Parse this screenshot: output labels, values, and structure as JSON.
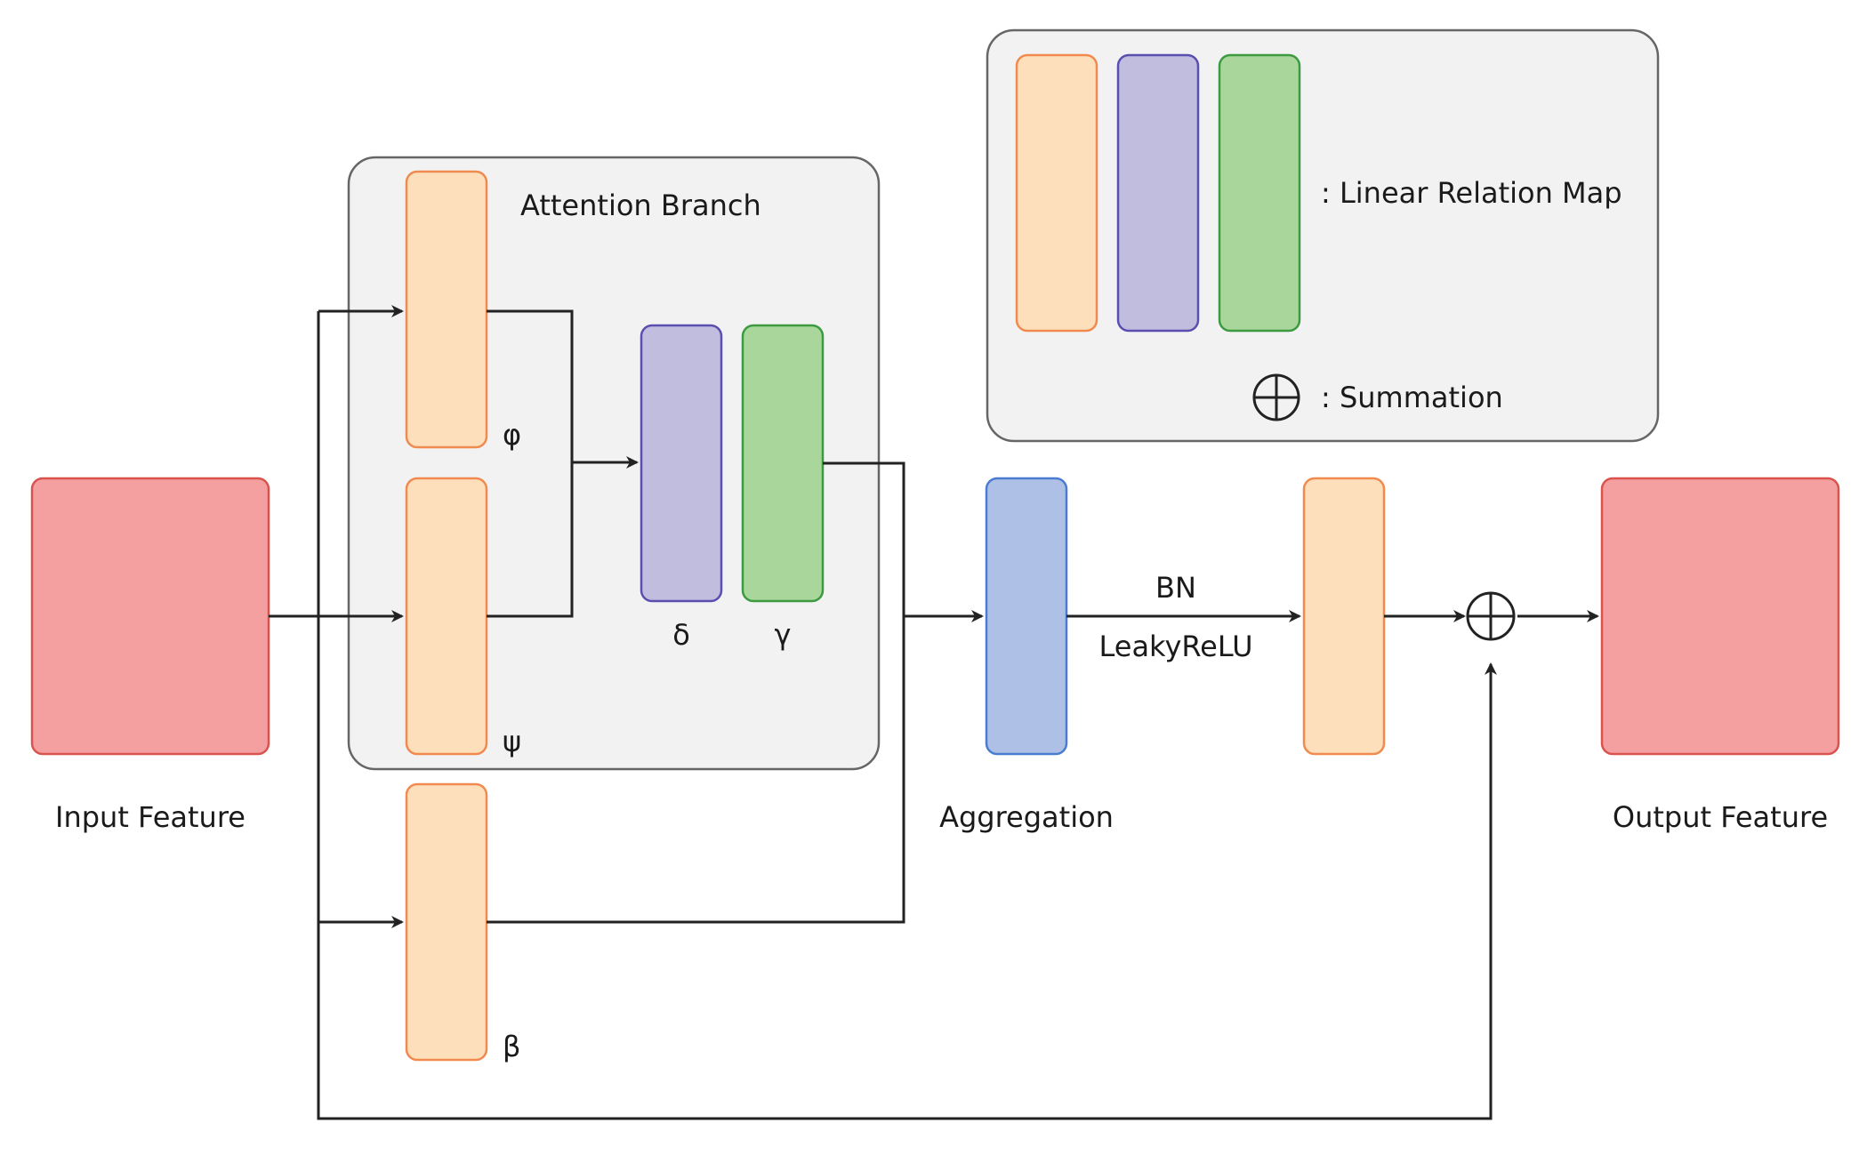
{
  "colors": {
    "orange_fill": "#FDDFBC",
    "orange_stroke": "#F08A4E",
    "purple_fill": "#C1BDDF",
    "purple_stroke": "#5A4FB0",
    "green_fill": "#A9D69B",
    "green_stroke": "#3C9B40",
    "blue_fill": "#AEC0E6",
    "blue_stroke": "#4A7CD0",
    "red_fill": "#F4A0A0",
    "red_stroke": "#D9534F",
    "panel_fill": "#F2F2F2",
    "panel_stroke": "#666666",
    "line": "#222222"
  },
  "labels": {
    "attention_branch": "Attention Branch",
    "input_feature": "Input Feature",
    "output_feature": "Output Feature",
    "aggregation": "Aggregation",
    "bn": "BN",
    "leaky_relu": "LeakyReLU",
    "phi": "φ",
    "psi": "ψ",
    "beta": "β",
    "delta": "δ",
    "gamma": "γ"
  },
  "legend": {
    "linear_relation_map": ": Linear Relation Map",
    "summation": ": Summation",
    "summation_icon": "circle-plus-icon"
  }
}
